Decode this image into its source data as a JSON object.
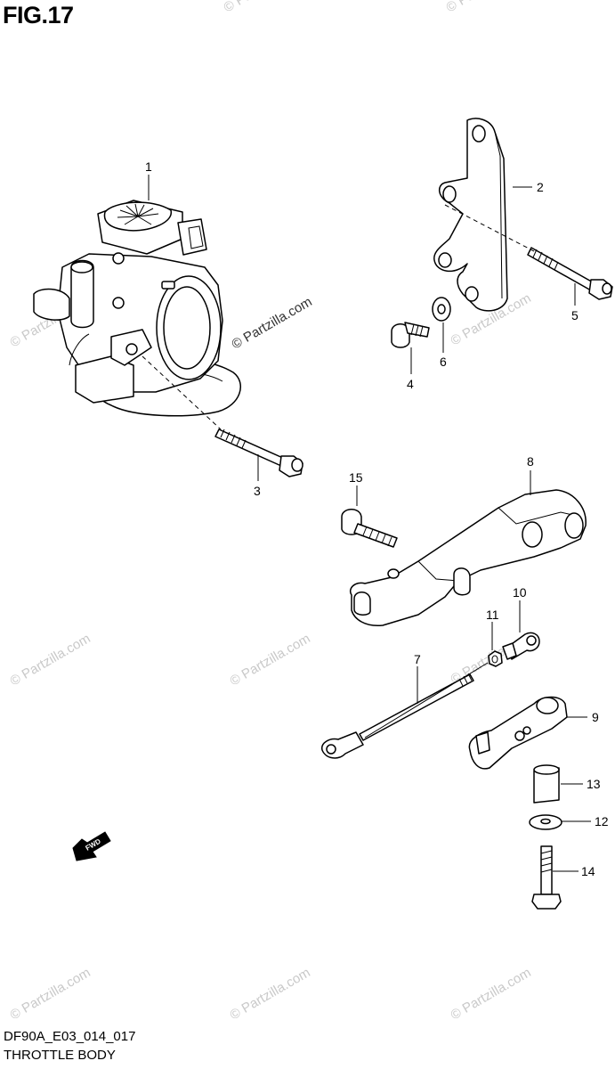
{
  "figure": {
    "title": "FIG.17",
    "code": "DF90A_E03_014_017",
    "name": "THROTTLE BODY",
    "fwd_label": "FWD"
  },
  "watermark": {
    "text": "© Partzilla.com"
  },
  "callouts": {
    "p1": "1",
    "p2": "2",
    "p3": "3",
    "p4": "4",
    "p5": "5",
    "p6": "6",
    "p7": "7",
    "p8": "8",
    "p9": "9",
    "p10": "10",
    "p11": "11",
    "p12": "12",
    "p13": "13",
    "p14": "14",
    "p15": "15"
  }
}
